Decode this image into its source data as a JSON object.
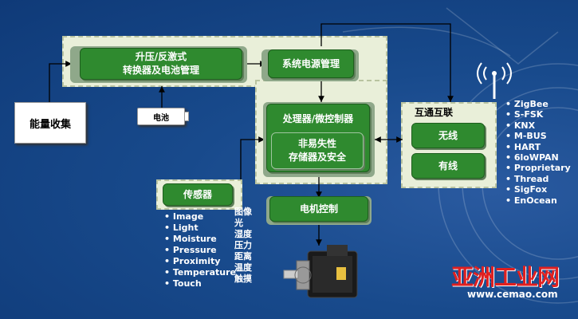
{
  "blocks": {
    "energy_harvest": "能量收集",
    "boost_converter": "升压/反激式\n转换器及电池管理",
    "battery": "电池",
    "power_mgmt": "系统电源管理",
    "processor": "处理器/微控制器",
    "nvm": "非易失性\n存储器及安全",
    "sensor": "传感器",
    "motor_ctrl": "电机控制",
    "interconnect": "互通互联",
    "wireless": "无线",
    "wired": "有线"
  },
  "sensor_list_en": [
    "Image",
    "Light",
    "Moisture",
    "Pressure",
    "Proximity",
    "Temperature",
    "Touch"
  ],
  "sensor_list_cn": [
    "图像",
    "光",
    "湿度",
    "压力",
    "距离",
    "温度",
    "触摸"
  ],
  "protocols": [
    "ZigBee",
    "S-FSK",
    "KNX",
    "M-BUS",
    "HART",
    "6loWPAN",
    "Proprietary",
    "Thread",
    "SigFox",
    "EnOcean"
  ],
  "watermark": {
    "title": "亚洲工业网",
    "url": "www.cemao.com"
  },
  "colors": {
    "green": "#2f8a2f",
    "background": "#184a8c",
    "watermark_red": "#e02020"
  }
}
